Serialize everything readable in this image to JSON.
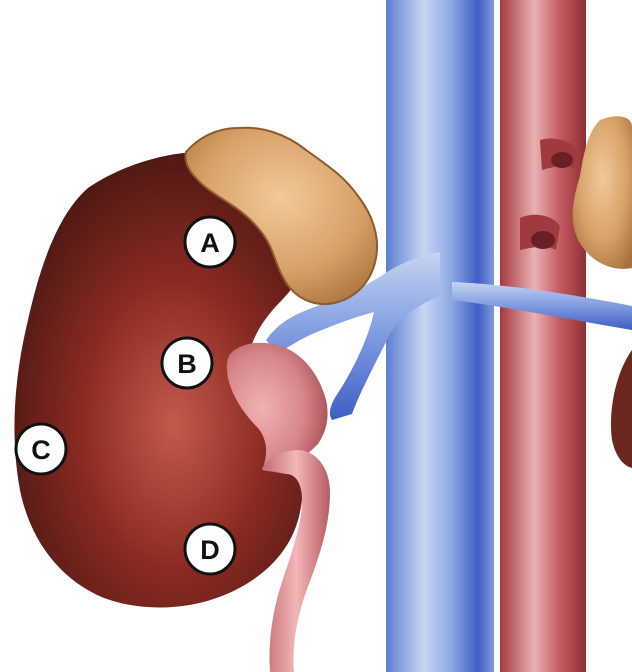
{
  "labels": {
    "a": "A",
    "b": "B",
    "c": "C",
    "d": "D"
  },
  "colors": {
    "kidney_dark": "#3a120e",
    "kidney_mid": "#8a2b22",
    "kidney_light": "#c87a78",
    "adrenal": "#d6a166",
    "vein": "#6f8fd8",
    "vein_light": "#c9d8f3",
    "artery": "#b9474d",
    "artery_light": "#e6a0a3",
    "ureter": "#d98b8e",
    "label_fill": "#ffffff",
    "label_stroke": "#111111"
  }
}
